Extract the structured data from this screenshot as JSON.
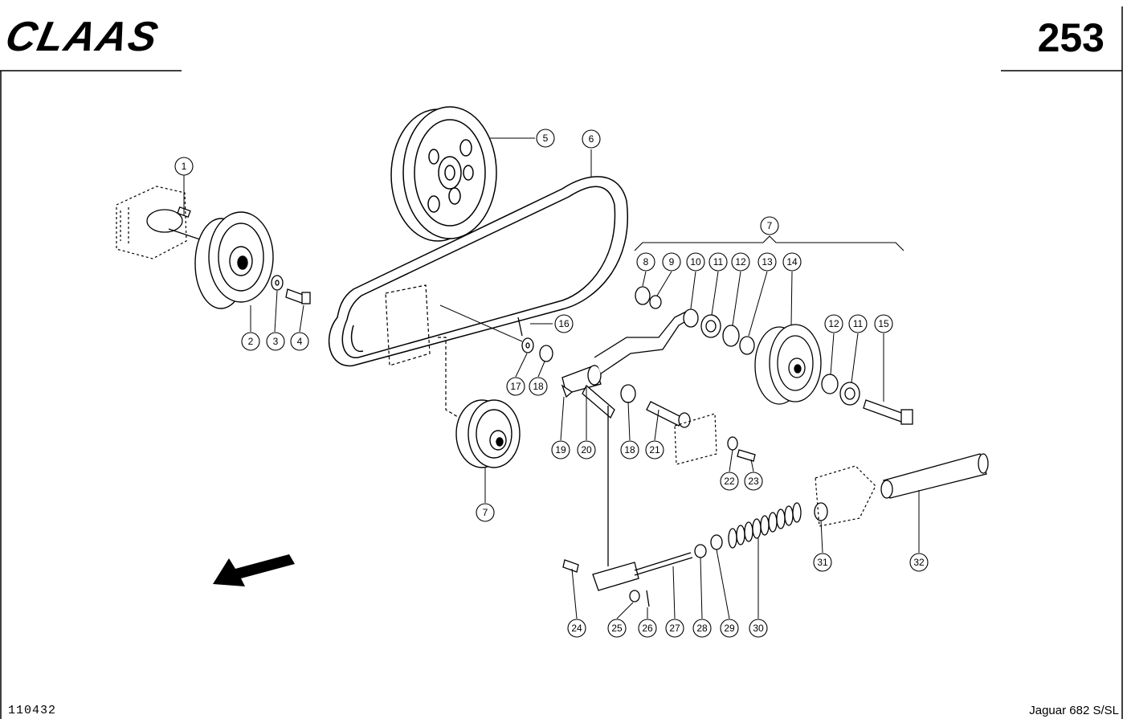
{
  "header": {
    "brand": "CLAAS",
    "page_number": "253"
  },
  "footer": {
    "doc_id": "110432",
    "model": "Jaguar 682 S/SL"
  },
  "callouts": [
    "1",
    "2",
    "3",
    "4",
    "5",
    "6",
    "7",
    "8",
    "9",
    "10",
    "11",
    "12",
    "13",
    "14",
    "12",
    "11",
    "15",
    "16",
    "17",
    "18",
    "19",
    "20",
    "18",
    "21",
    "22",
    "23",
    "7",
    "24",
    "25",
    "26",
    "27",
    "28",
    "29",
    "30",
    "31",
    "32"
  ],
  "direction_icon": "arrow-left-down-icon"
}
